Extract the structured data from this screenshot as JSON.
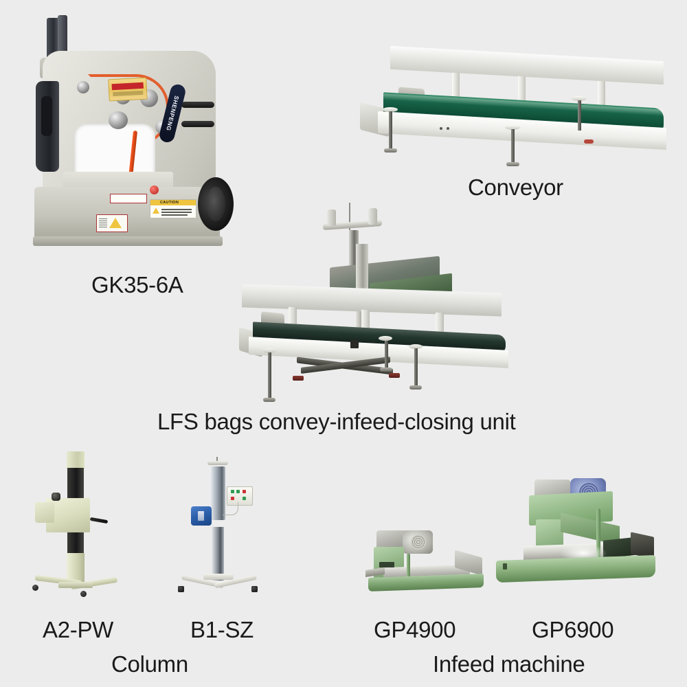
{
  "page": {
    "background_color": "#ececec",
    "text_color": "#1a1a1a",
    "title": "Bag closing machine product lineup"
  },
  "products": [
    {
      "id": "gk35-6a",
      "caption": "GK35-6A",
      "brand_text": "SHENPENG",
      "warning_label": "CAUTION",
      "group": null,
      "colors": {
        "body": "#dcdbd3",
        "wheel": "#1a1a1a",
        "badge": "#101a33",
        "sticker": "#e9c65f"
      }
    },
    {
      "id": "conveyor",
      "caption": "Conveyor",
      "group": null,
      "colors": {
        "belt": "#0f5c3f",
        "frame": "#f2f2ee",
        "rail": "#e7e7e3"
      }
    },
    {
      "id": "lfs-unit",
      "caption": "LFS bags convey-infeed-closing unit",
      "group": null,
      "colors": {
        "belt": "#1d2e26",
        "frame": "#eaeae6",
        "machine": "#4e5c4c"
      }
    },
    {
      "id": "a2-pw",
      "caption": "A2-PW",
      "group": "Column",
      "colors": {
        "body": "#d9dcbc",
        "slide": "#18181a"
      }
    },
    {
      "id": "b1-sz",
      "caption": "B1-SZ",
      "group": "Column",
      "colors": {
        "shaft": "#8e959d",
        "motor": "#2a5ea8",
        "panel": "#fbfbf6"
      }
    },
    {
      "id": "gp4900",
      "caption": "GP4900",
      "group": "Infeed machine",
      "colors": {
        "body": "#7da471",
        "motor": "#b4b4ad"
      }
    },
    {
      "id": "gp6900",
      "caption": "GP6900",
      "group": "Infeed machine",
      "colors": {
        "body": "#8aaf7c",
        "motor": "#4f5c92"
      }
    }
  ],
  "captions": {
    "gk": "GK35-6A",
    "conveyor": "Conveyor",
    "lfs": "LFS bags convey-infeed-closing unit",
    "a2": "A2-PW",
    "b1": "B1-SZ",
    "column_group": "Column",
    "gp4900": "GP4900",
    "gp6900": "GP6900",
    "infeed_group": "Infeed machine"
  },
  "machine_labels": {
    "brand": "SHENPENG",
    "caution": "CAUTION"
  }
}
